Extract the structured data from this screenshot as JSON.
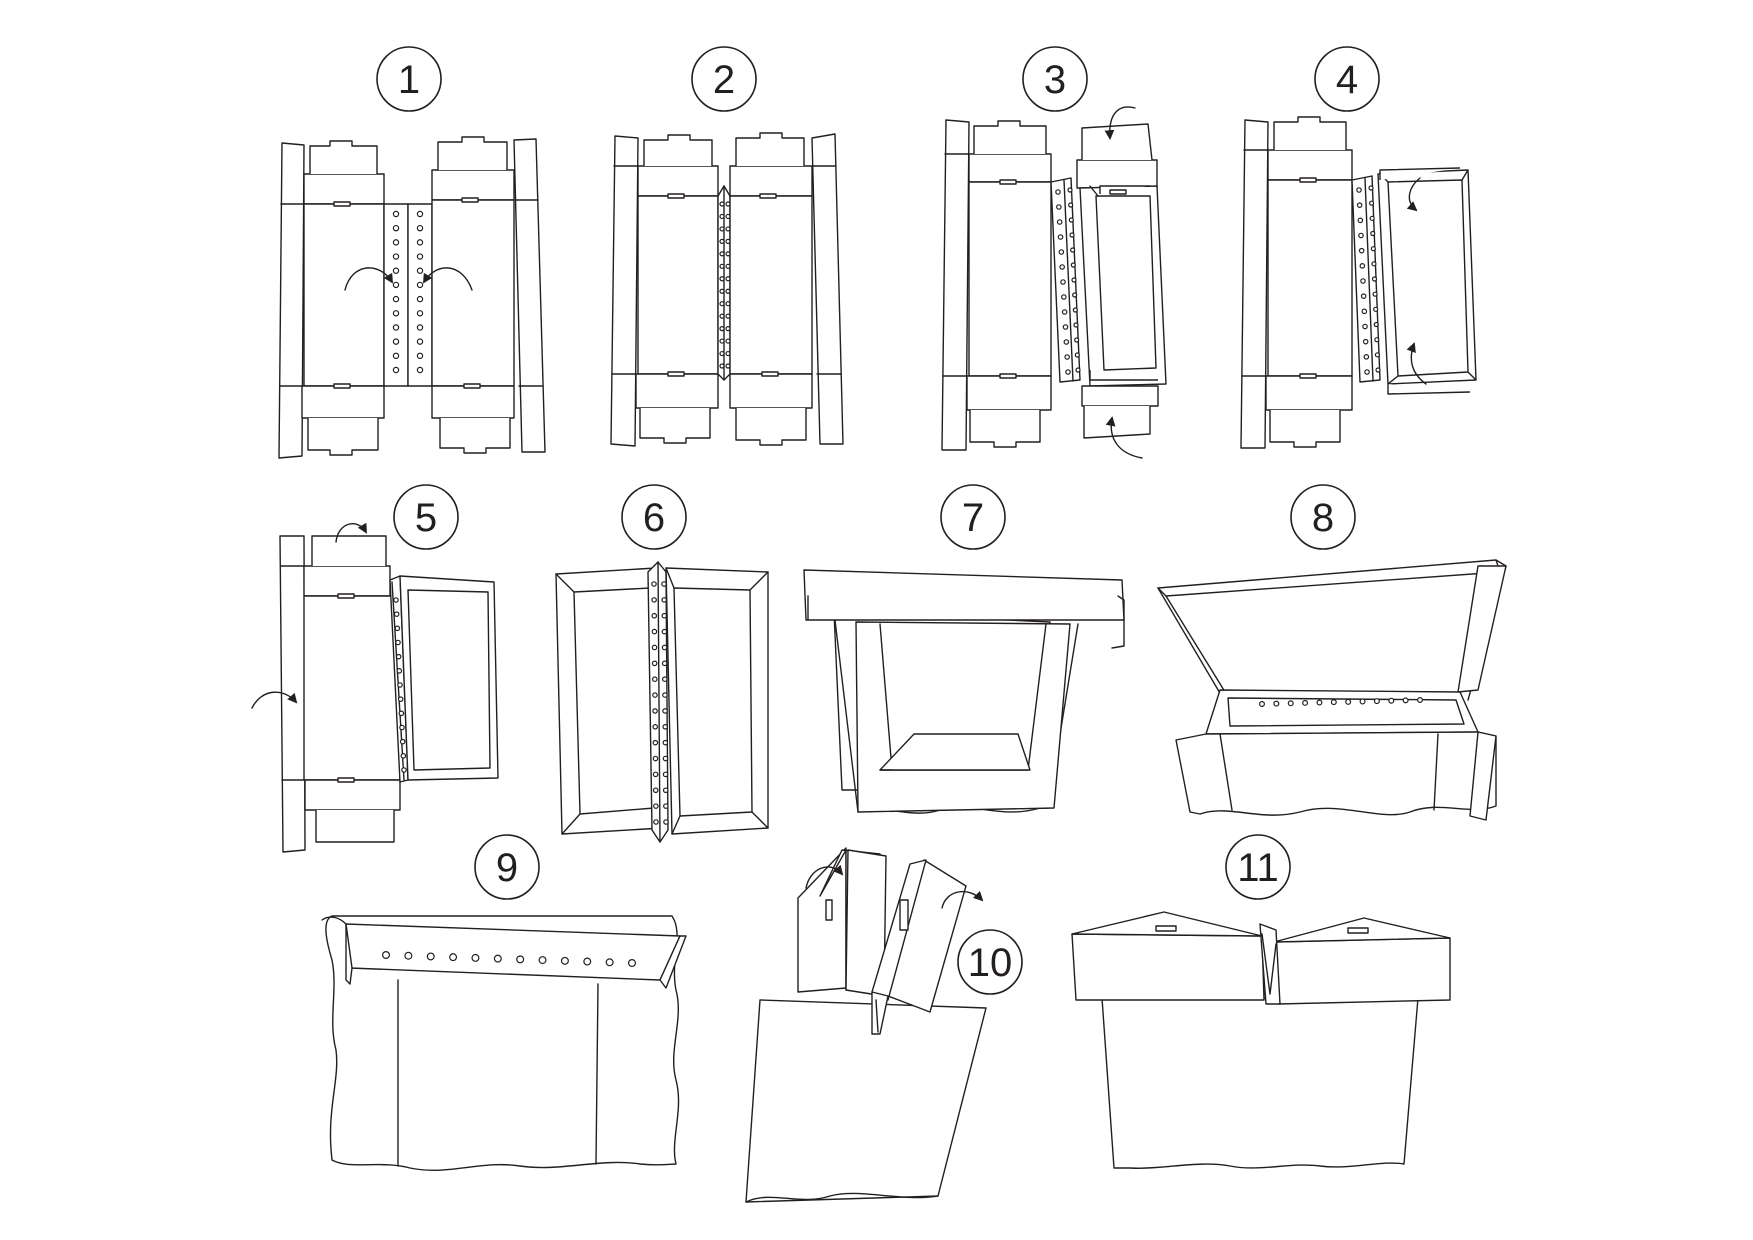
{
  "steps": [
    {
      "label": "1"
    },
    {
      "label": "2"
    },
    {
      "label": "3"
    },
    {
      "label": "4"
    },
    {
      "label": "5"
    },
    {
      "label": "6"
    },
    {
      "label": "7"
    },
    {
      "label": "8"
    },
    {
      "label": "9"
    },
    {
      "label": "10"
    },
    {
      "label": "11"
    }
  ],
  "colors": {
    "stroke": "#231f20",
    "background": "#ffffff"
  }
}
